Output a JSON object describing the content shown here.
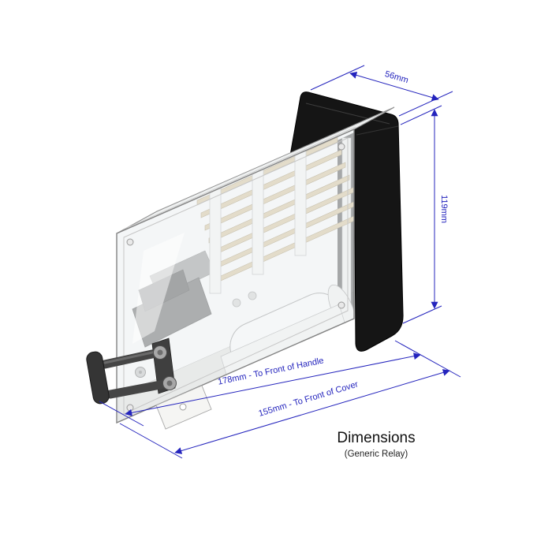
{
  "figure": {
    "title": "Dimensions",
    "subtitle": "(Generic Relay)"
  },
  "dims": {
    "top_width": "56mm",
    "height": "119mm",
    "to_front_of_handle": "178mm - To Front of Handle",
    "to_front_of_cover": "155mm - To Front of Cover"
  },
  "colors": {
    "dimension_blue": "#2424bd",
    "housing_black": "#151515",
    "cover_gray": "#eef0f0",
    "contact_tan": "#d8c7a0"
  }
}
